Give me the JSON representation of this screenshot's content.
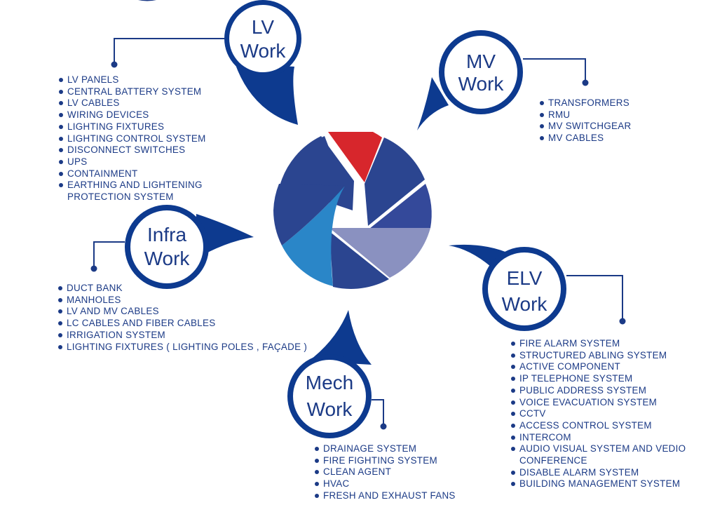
{
  "colors": {
    "primary": "#1b3a86",
    "pin_blue": "#0d3a8f",
    "aperture_navy": "#2b4590",
    "aperture_red": "#d7262c",
    "aperture_light_blue": "#2a86c8",
    "aperture_lavender": "#8a91c0"
  },
  "sections": {
    "lv": {
      "title_line1": "LV",
      "title_line2": "Work",
      "items": [
        "LV PANELS",
        "CENTRAL BATTERY SYSTEM",
        "LV CABLES",
        "WIRING DEVICES",
        "LIGHTING FIXTURES",
        "LIGHTING CONTROL SYSTEM",
        "DISCONNECT SWITCHES",
        "UPS",
        "CONTAINMENT",
        "EARTHING AND LIGHTENING PROTECTION SYSTEM"
      ]
    },
    "mv": {
      "title_line1": "MV",
      "title_line2": "Work",
      "items": [
        "TRANSFORMERS",
        "RMU",
        "MV SWITCHGEAR",
        "MV CABLES"
      ]
    },
    "infra": {
      "title_line1": "Infra",
      "title_line2": "Work",
      "items": [
        "DUCT BANK",
        "MANHOLES",
        "LV  AND MV CABLES",
        "LC CABLES AND FIBER CABLES",
        "IRRIGATION SYSTEM",
        "LIGHTING FIXTURES ( LIGHTING POLES , FAÇADE )"
      ]
    },
    "elv": {
      "title_line1": "ELV",
      "title_line2": "Work",
      "items": [
        "FIRE ALARM SYSTEM",
        "STRUCTURED ABLING SYSTEM",
        "ACTIVE COMPONENT",
        "IP TELEPHONE SYSTEM",
        "PUBLIC ADDRESS SYSTEM",
        "VOICE EVACUATION SYSTEM",
        "CCTV",
        "ACCESS CONTROL SYSTEM",
        "INTERCOM",
        "AUDIO VISUAL SYSTEM AND VEDIO CONFERENCE",
        "DISABLE ALARM SYSTEM",
        "BUILDING MANAGEMENT SYSTEM"
      ]
    },
    "mech": {
      "title_line1": "Mech",
      "title_line2": "Work",
      "items": [
        "DRAINAGE SYSTEM",
        "FIRE FIGHTING SYSTEM",
        "CLEAN AGENT",
        "HVAC",
        "FRESH AND EXHAUST FANS"
      ]
    }
  }
}
